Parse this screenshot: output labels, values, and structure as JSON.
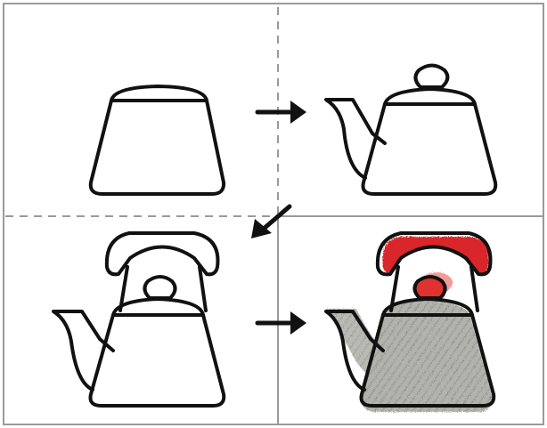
{
  "layout": {
    "panels": [
      "step-1",
      "step-2",
      "step-3",
      "step-4"
    ],
    "arrows": [
      "right",
      "down-left",
      "right"
    ]
  },
  "colors": {
    "outline": "#111111",
    "handle_fill": "#d9262b",
    "knob_fill": "#e0332f",
    "body_shading": "#a9a9a3",
    "background": "#ffffff",
    "divider": "#9a9a9a"
  },
  "icons": [
    "teapot-body",
    "teapot-lid",
    "teapot-spout",
    "teapot-handle",
    "arrow"
  ]
}
